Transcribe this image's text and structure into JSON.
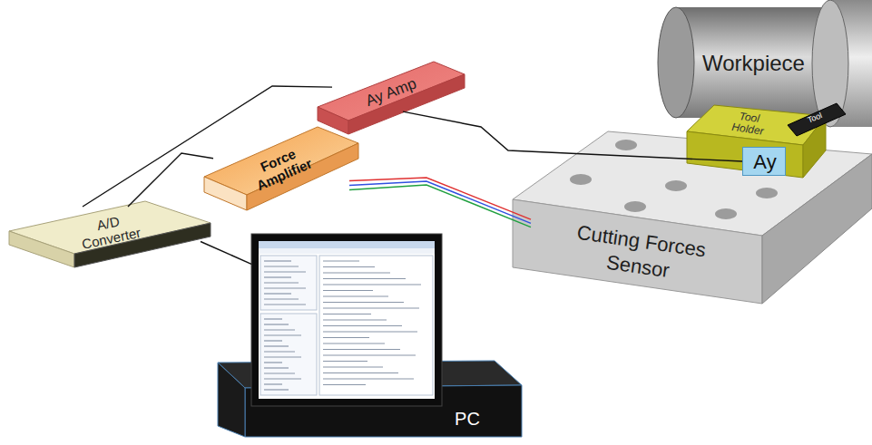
{
  "diagram": {
    "nodes": [
      {
        "text": [
          "Workpiece"
        ]
      },
      {
        "text": [
          "Tool Holder"
        ]
      },
      {
        "text": [
          "Tool"
        ]
      },
      {
        "text": [
          "Ay"
        ],
        "in": 1
      },
      {
        "text": [
          "Ay Amp"
        ]
      },
      {
        "text": [
          "Force Amplifier"
        ]
      },
      {
        "text": [
          "A/D Converter"
        ]
      },
      {
        "text": [
          "Cutting Forces Sensor"
        ]
      },
      {
        "text": [
          "PC"
        ]
      }
    ],
    "edges": [
      {
        "from": 3,
        "to": 4,
        "arrow": "none"
      },
      {
        "from": 4,
        "to": 6,
        "arrow": "none"
      },
      {
        "from": 7,
        "to": 5,
        "arrow": "none"
      },
      {
        "from": 7,
        "to": 5,
        "arrow": "none"
      },
      {
        "from": 7,
        "to": 5,
        "arrow": "none"
      },
      {
        "from": 5,
        "to": 6,
        "arrow": "none"
      },
      {
        "from": 6,
        "to": 8,
        "arrow": "none"
      }
    ]
  }
}
